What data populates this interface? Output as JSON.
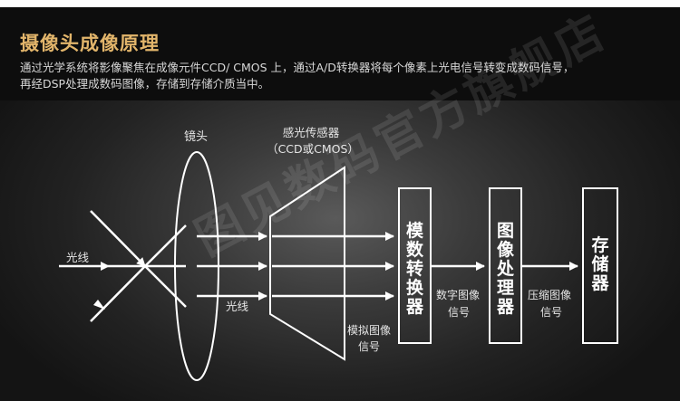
{
  "header": {
    "title": "摄像头成像原理",
    "description_line1": "通过光学系统将影像聚焦在成像元件CCD/ CMOS 上，通过A/D转换器将每个像素上光电信号转变成数码信号，",
    "description_line2": "再经DSP处理成数码图像，存储到存储介质当中。"
  },
  "diagram": {
    "lens_label": "镜头",
    "sensor_label": "感光传感器",
    "sensor_sublabel": "（CCD或CMOS）",
    "light_left_label": "光线",
    "light_bottom_label": "光线",
    "analog_signal_line1": "模拟图像",
    "analog_signal_line2": "信号",
    "adc_box": [
      "模",
      "数",
      "转",
      "换",
      "器"
    ],
    "digital_signal_line1": "数字图像",
    "digital_signal_line2": "信号",
    "image_processor_box": [
      "图",
      "像",
      "处",
      "理",
      "器"
    ],
    "compressed_signal_line1": "压缩图像",
    "compressed_signal_line2": "信号",
    "storage_box": [
      "存",
      "储",
      "器"
    ]
  },
  "watermark": "图见数码官方旗舰店",
  "colors": {
    "title": "#e2b56b",
    "line": "#ffffff",
    "background": "#1c1c1c"
  }
}
